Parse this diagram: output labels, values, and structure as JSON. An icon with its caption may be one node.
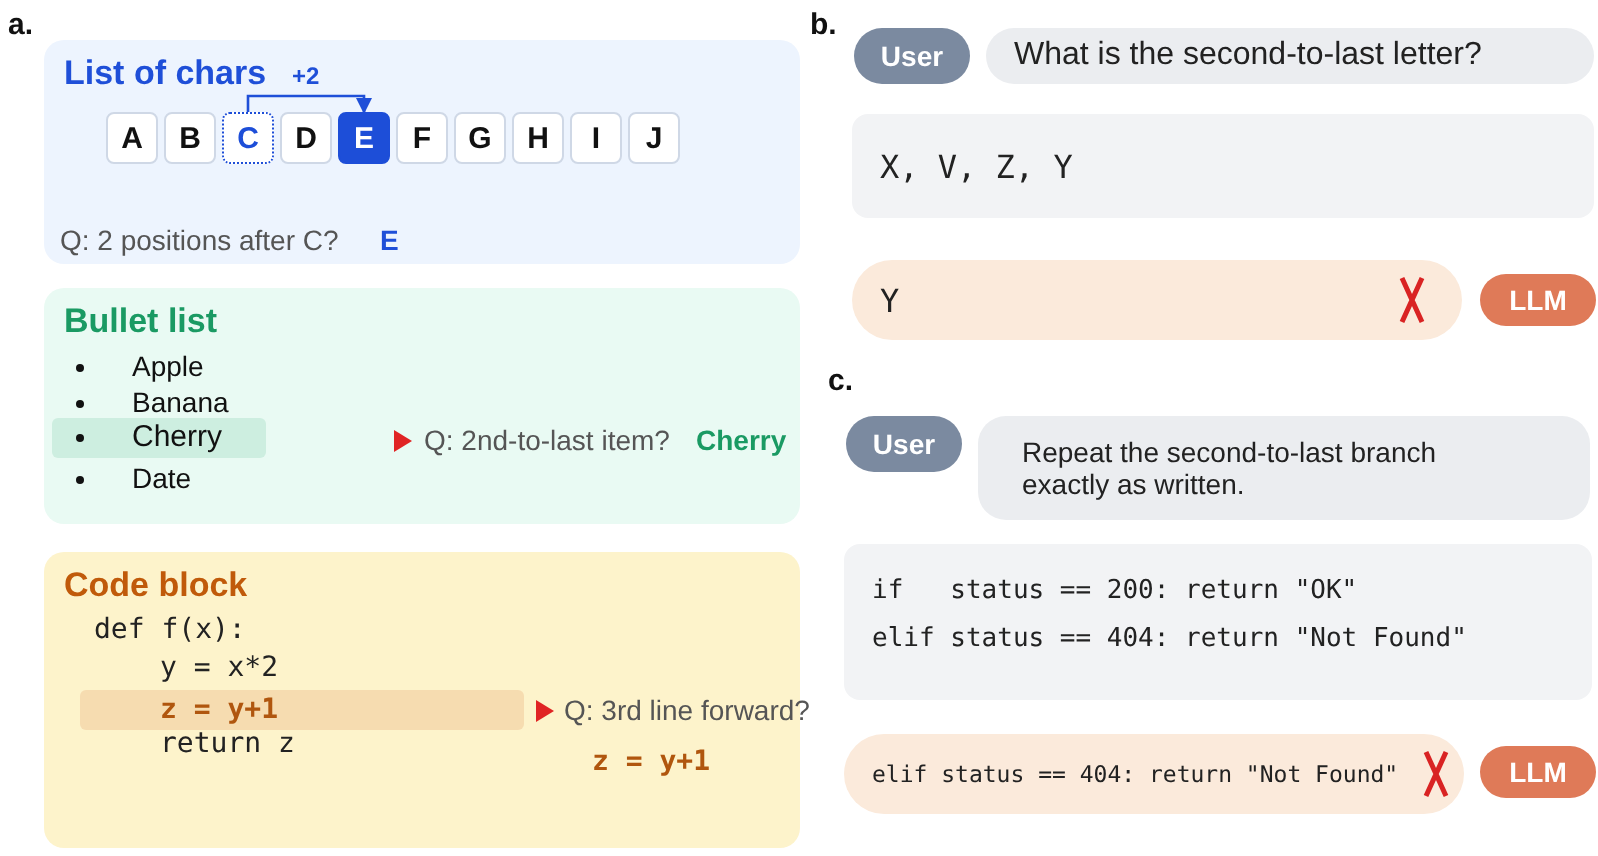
{
  "diagram": {
    "nodes": [
      {
        "text": [
          "List of chars"
        ]
      },
      {
        "text": [
          "A"
        ],
        "in": 0
      },
      {
        "text": [
          "B"
        ],
        "in": 0
      },
      {
        "text": [
          "C"
        ],
        "in": 0
      },
      {
        "text": [
          "D"
        ],
        "in": 0
      },
      {
        "text": [
          "E"
        ],
        "in": 0
      },
      {
        "text": [
          "F"
        ],
        "in": 0
      },
      {
        "text": [
          "G"
        ],
        "in": 0
      },
      {
        "text": [
          "H"
        ],
        "in": 0
      },
      {
        "text": [
          "I"
        ],
        "in": 0
      },
      {
        "text": [
          "J"
        ],
        "in": 0
      },
      {
        "text": [
          "Bullet list"
        ]
      },
      {
        "text": [
          "Cherry"
        ],
        "in": 11
      },
      {
        "text": [
          "Code block"
        ]
      },
      {
        "text": [
          "z = y+1"
        ],
        "in": 13
      },
      {
        "text": [
          "User"
        ]
      },
      {
        "text": [
          "What is the second-to-last letter?"
        ]
      },
      {
        "text": [
          "X, V, Z, Y"
        ]
      },
      {
        "text": [
          "Y"
        ]
      },
      {
        "text": [
          "LLM"
        ]
      },
      {
        "text": [
          "User"
        ]
      },
      {
        "text": [
          "Repeat the second-to-last branch exactly as written."
        ]
      },
      {
        "text": [
          "if   status == 200: return \"OK\"",
          "elif status == 404: return \"Not Found\""
        ]
      },
      {
        "text": [
          "elif status == 404: return \"Not Found\""
        ]
      },
      {
        "text": [
          "LLM"
        ]
      }
    ],
    "edges": [
      {
        "from": 3,
        "to": 5,
        "arrow": "to",
        "label": "+2"
      }
    ],
    "labels": [
      "a.",
      "Q: 2 positions after C?",
      "E",
      "Apple",
      "Banana",
      "Date",
      "Q: 2nd-to-last item?",
      "Cherry",
      "def f(x):",
      "y = x*2",
      "return z",
      "Q: 3rd line forward?",
      "z = y+1",
      "b.",
      "c."
    ]
  }
}
